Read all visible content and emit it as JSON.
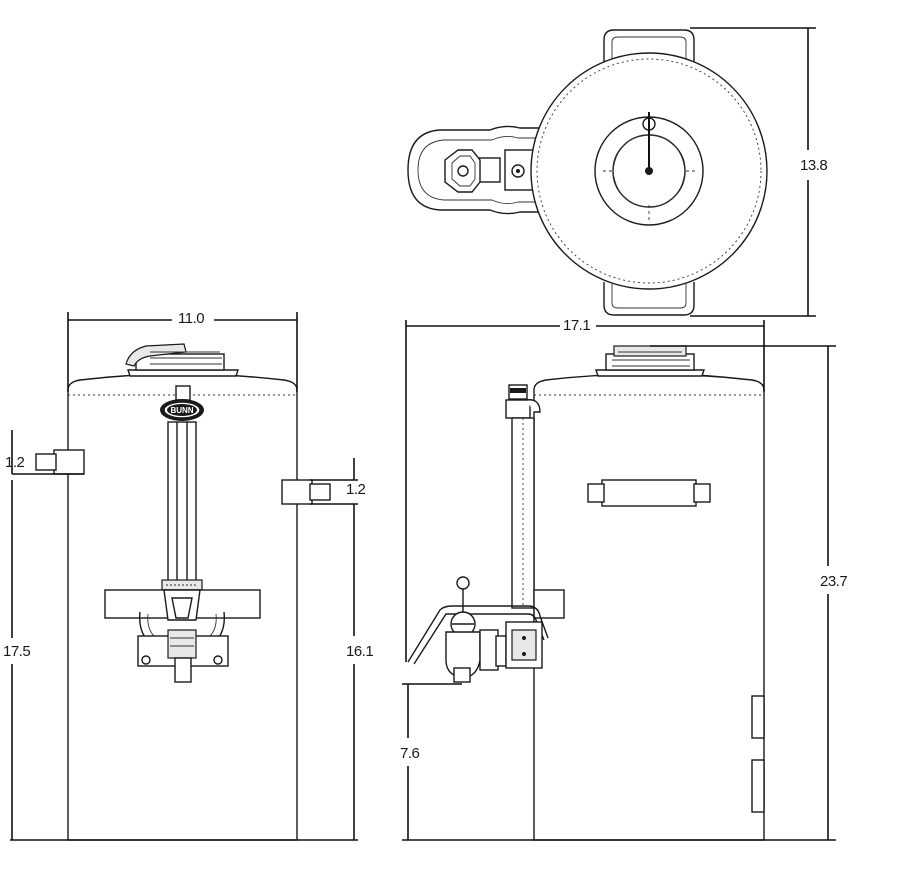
{
  "brand": {
    "logo_text": "BUNN"
  },
  "dimensions": {
    "front_width": "11.0",
    "front_left_handle_width": "1.2",
    "front_right_handle_width": "1.2",
    "front_left_handle_height": "17.5",
    "front_right_handle_height": "16.1",
    "side_depth": "17.1",
    "side_height": "23.7",
    "side_faucet_height": "7.6",
    "top_depth": "13.8"
  },
  "colors": {
    "line": "#1a1a1a",
    "background": "#ffffff"
  }
}
